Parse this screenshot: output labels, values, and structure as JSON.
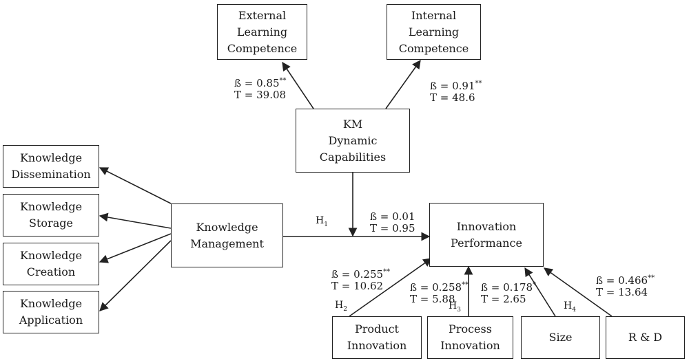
{
  "boxes": {
    "external_learning": [
      "External",
      "Learning",
      "Competence"
    ],
    "internal_learning": [
      "Internal",
      "Learning",
      "Competence"
    ],
    "km_dynamic": [
      "KM",
      "Dynamic",
      "Capabilities"
    ],
    "knowledge_dissemination": [
      "Knowledge",
      "Dissemination"
    ],
    "knowledge_storage": [
      "Knowledge",
      "Storage"
    ],
    "knowledge_creation": [
      "Knowledge",
      "Creation"
    ],
    "knowledge_application": [
      "Knowledge",
      "Application"
    ],
    "knowledge_management": [
      "Knowledge",
      "Management"
    ],
    "innovation_performance": [
      "Innovation",
      "Performance"
    ],
    "product_innovation": [
      "Product",
      "Innovation"
    ],
    "process_innovation": [
      "Process",
      "Innovation"
    ],
    "size": [
      "Size"
    ],
    "rd": [
      "R & D"
    ]
  },
  "paths": {
    "external": {
      "beta": "ß = 0.85",
      "sig": "**",
      "t": "T = 39.08"
    },
    "internal": {
      "beta": "ß = 0.91",
      "sig": "**",
      "t": "T = 48.6"
    },
    "km_moderation": {
      "beta": "ß = 0.01",
      "sig": "",
      "t": "T = 0.95"
    },
    "product": {
      "beta": "ß = 0.255",
      "sig": "**",
      "t": "T = 10.62"
    },
    "process": {
      "beta": "ß = 0.258",
      "sig": "**",
      "t": "T = 5.88"
    },
    "size": {
      "beta": "ß = 0.178",
      "sig": "*",
      "t": "T = 2.65"
    },
    "rd": {
      "beta": "ß = 0.466",
      "sig": "**",
      "t": "T = 13.64"
    }
  },
  "hypotheses": {
    "h1": {
      "letter": "H",
      "num": "1"
    },
    "h2": {
      "letter": "H",
      "num": "2"
    },
    "h3": {
      "letter": "H",
      "num": "3"
    },
    "h4": {
      "letter": "H",
      "num": "4"
    }
  }
}
